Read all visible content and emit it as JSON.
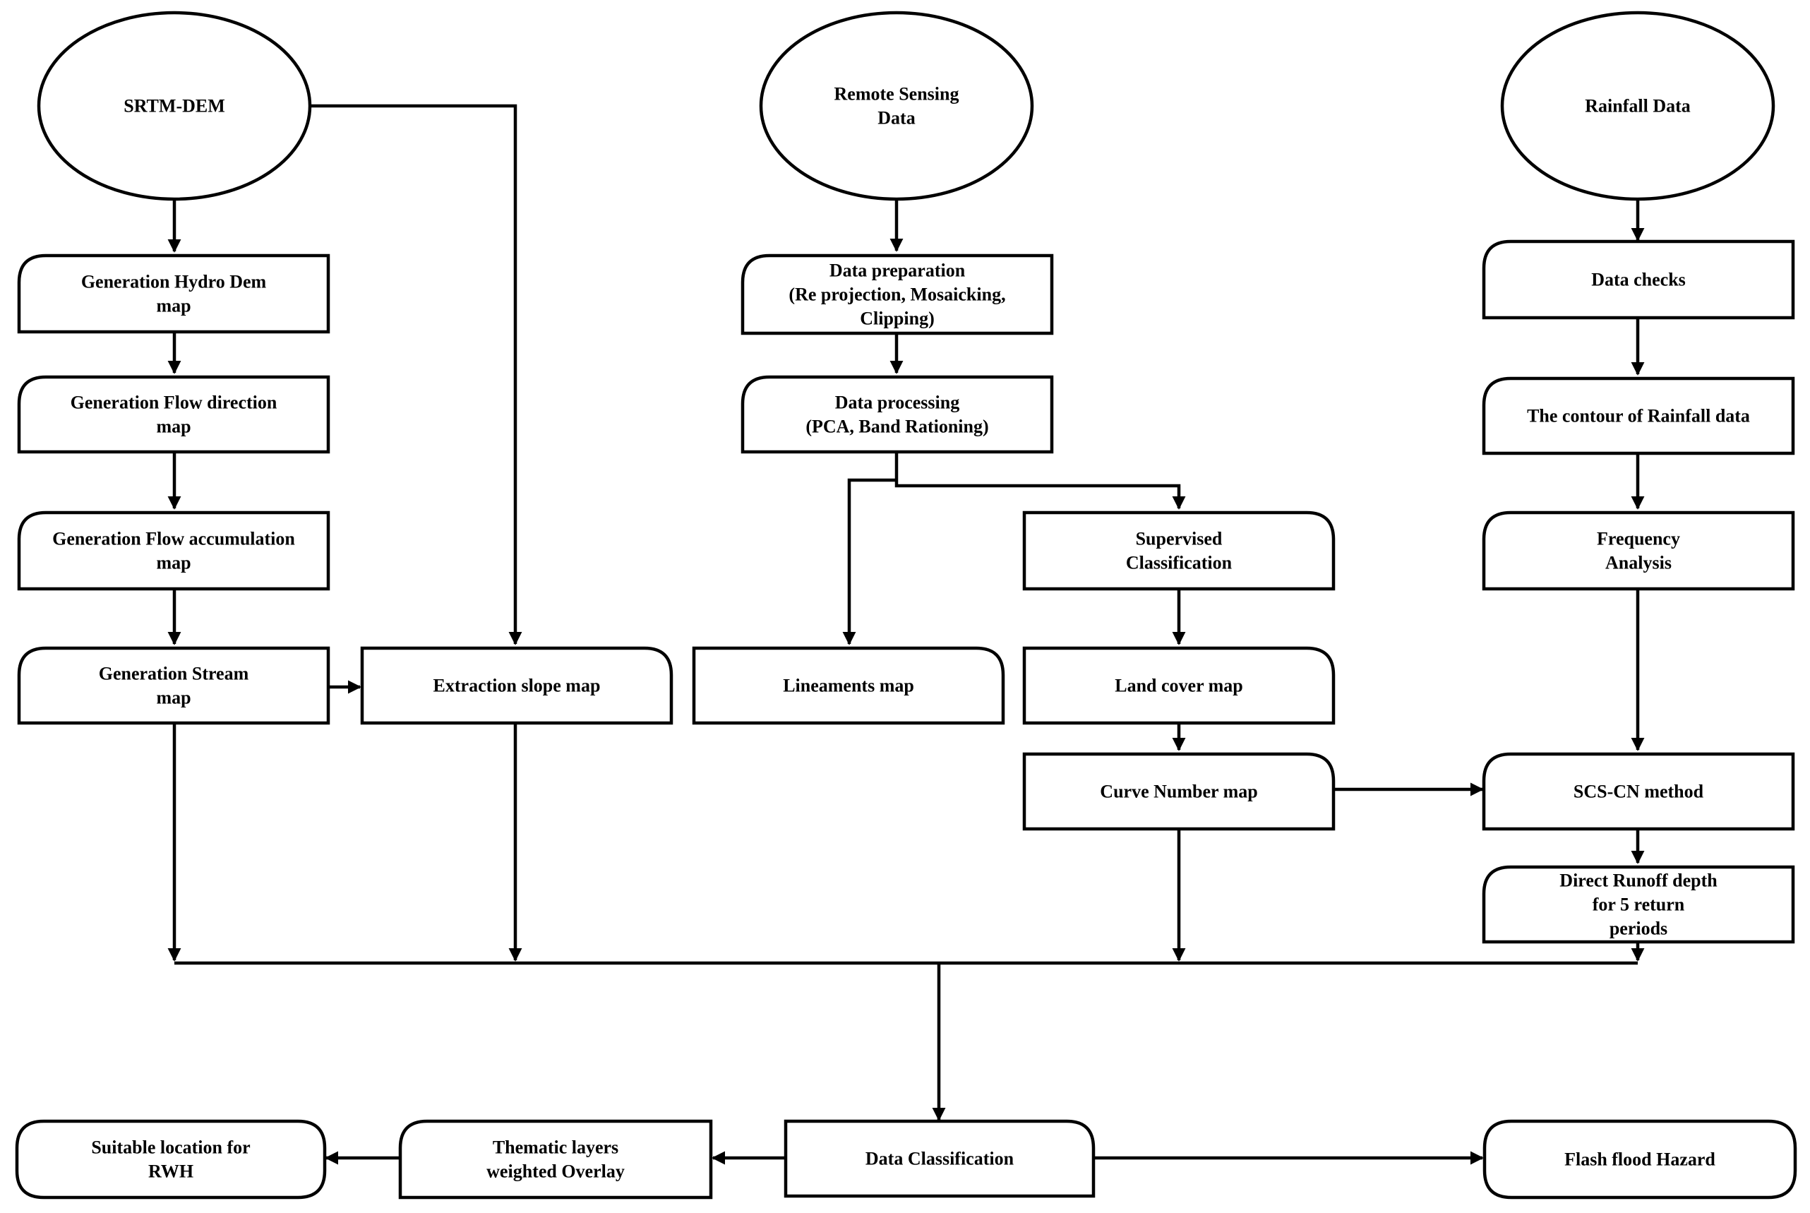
{
  "diagram": {
    "nodes": {
      "srtm": {
        "lines": [
          "SRTM-DEM"
        ]
      },
      "rs": {
        "lines": [
          "Remote Sensing",
          "Data"
        ]
      },
      "rain": {
        "lines": [
          "Rainfall Data"
        ]
      },
      "hydro": {
        "lines": [
          "Generation Hydro Dem",
          "map"
        ]
      },
      "flowdir": {
        "lines": [
          "Generation Flow direction",
          "map"
        ]
      },
      "flowacc": {
        "lines": [
          "Generation Flow accumulation",
          "map"
        ]
      },
      "stream": {
        "lines": [
          "Generation Stream",
          "map"
        ]
      },
      "slope": {
        "lines": [
          "Extraction slope map"
        ]
      },
      "prep": {
        "lines": [
          "Data preparation",
          "(Re projection, Mosaicking,",
          "Clipping)"
        ]
      },
      "proc": {
        "lines": [
          "Data processing",
          "(PCA, Band Rationing)"
        ]
      },
      "lineaments": {
        "lines": [
          "Lineaments map"
        ]
      },
      "supervised": {
        "lines": [
          "Supervised",
          "Classification"
        ]
      },
      "landcover": {
        "lines": [
          "Land cover map"
        ]
      },
      "cn": {
        "lines": [
          "Curve Number map"
        ]
      },
      "checks": {
        "lines": [
          "Data checks"
        ]
      },
      "contour": {
        "lines": [
          "The contour of Rainfall data"
        ]
      },
      "freq": {
        "lines": [
          "Frequency",
          "Analysis"
        ]
      },
      "scs": {
        "lines": [
          "SCS-CN method"
        ]
      },
      "runoff": {
        "lines": [
          "Direct Runoff depth",
          "for 5 return",
          "periods"
        ]
      },
      "classif": {
        "lines": [
          "Data Classification"
        ]
      },
      "thematic": {
        "lines": [
          "Thematic layers",
          "weighted Overlay"
        ]
      },
      "suitable": {
        "lines": [
          "Suitable location for",
          "RWH"
        ]
      },
      "flash": {
        "lines": [
          "Flash flood Hazard"
        ]
      }
    }
  }
}
